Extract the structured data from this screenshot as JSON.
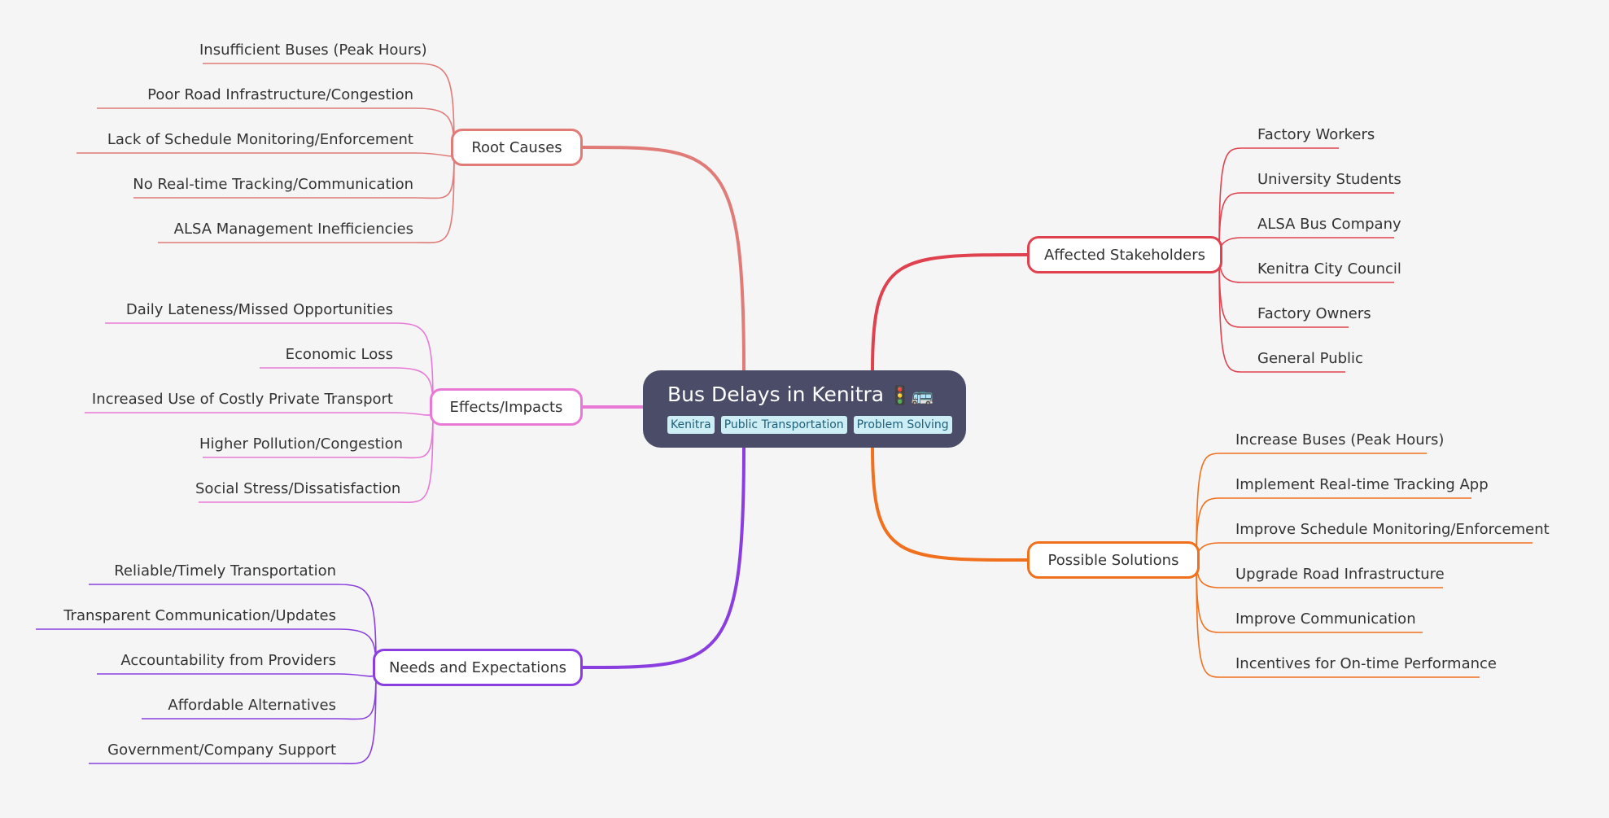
{
  "root": {
    "title": "Bus Delays in Kenitra",
    "emoji": "🚦🚌",
    "tags": [
      "Kenitra",
      "Public Transportation",
      "Problem Solving"
    ]
  },
  "branches": [
    {
      "label": "Root Causes",
      "color": "#e07b78",
      "children": [
        "Insufficient Buses (Peak Hours)",
        "Poor Road Infrastructure/Congestion",
        "Lack of Schedule Monitoring/Enforcement",
        "No Real-time Tracking/Communication",
        "ALSA Management Inefficiencies"
      ]
    },
    {
      "label": "Effects/Impacts",
      "color": "#e87ad6",
      "children": [
        "Daily Lateness/Missed Opportunities",
        "Economic Loss",
        "Increased Use of Costly Private Transport",
        "Higher Pollution/Congestion",
        "Social Stress/Dissatisfaction"
      ]
    },
    {
      "label": "Needs and Expectations",
      "color": "#8a3ee0",
      "children": [
        "Reliable/Timely Transportation",
        "Transparent Communication/Updates",
        "Accountability from Providers",
        "Affordable Alternatives",
        "Government/Company Support"
      ]
    },
    {
      "label": "Affected Stakeholders",
      "color": "#e0414f",
      "children": [
        "Factory Workers",
        "University Students",
        "ALSA Bus Company",
        "Kenitra City Council",
        "Factory Owners",
        "General Public"
      ]
    },
    {
      "label": "Possible Solutions",
      "color": "#f0701e",
      "children": [
        "Increase Buses (Peak Hours)",
        "Implement Real-time Tracking App",
        "Improve Schedule Monitoring/Enforcement",
        "Upgrade Road Infrastructure",
        "Improve Communication",
        "Incentives for On-time Performance"
      ]
    }
  ]
}
